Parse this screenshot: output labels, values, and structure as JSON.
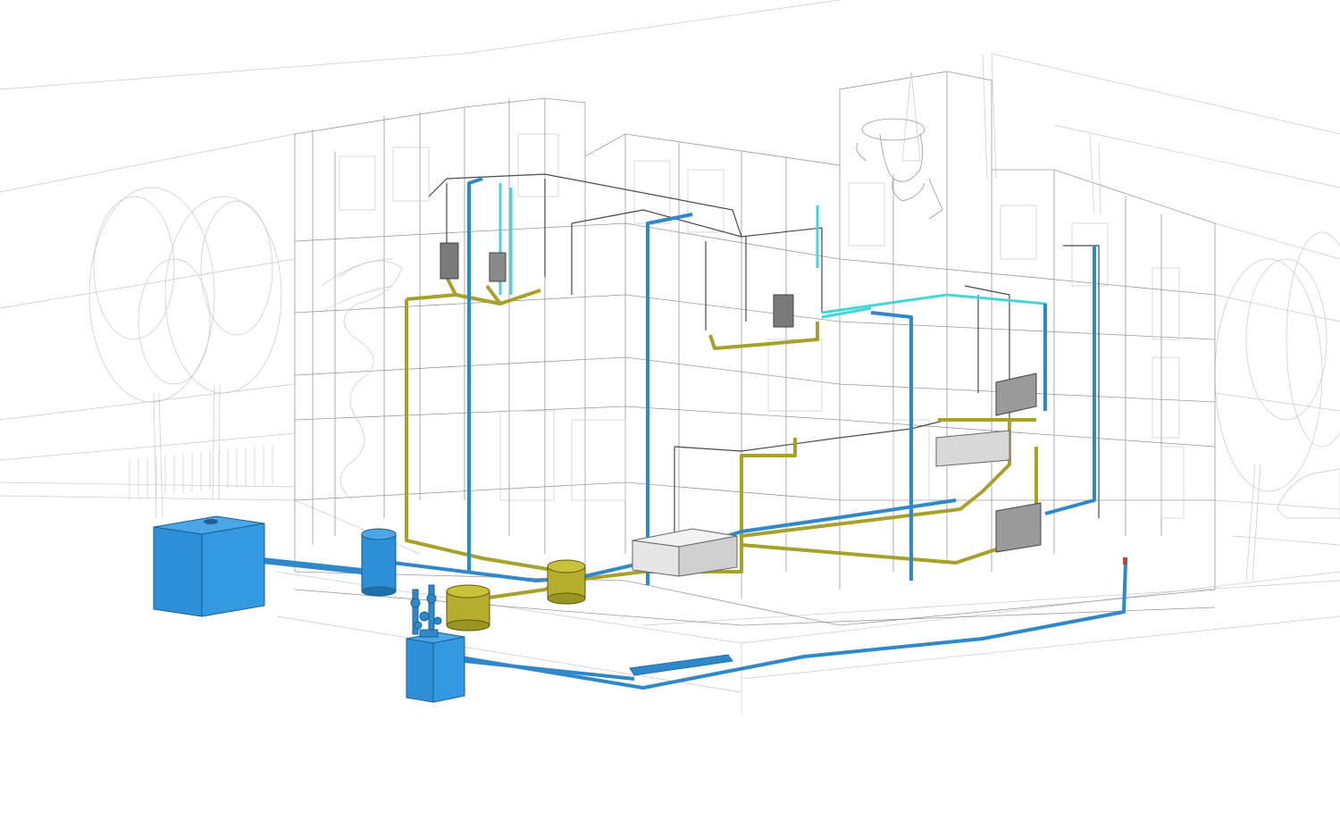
{
  "colors": {
    "background": "#ffffff",
    "wireframe": "#9a9a9a",
    "wireframe_light": "#c8c8c8",
    "wireframe_dark": "#4a4a4a",
    "water_pipe": "#2f88c9",
    "water_tank": "#2d8fd6",
    "water_tank_side": "#1f6fab",
    "drain_pipe": "#a6a12a",
    "drain_tank": "#b4ae2c",
    "vent_pipe": "#45d6d8",
    "equipment": "#d8d8d8",
    "equipment_dark": "#7a7a7a"
  },
  "components": {
    "main_tank": "water-storage-tank",
    "cylinder_tank": "cylindrical-water-tank",
    "pump_tank": "pump-tank",
    "drain_tanks": "drainage-tanks",
    "boilers": "water-heaters",
    "trees": "trees"
  }
}
